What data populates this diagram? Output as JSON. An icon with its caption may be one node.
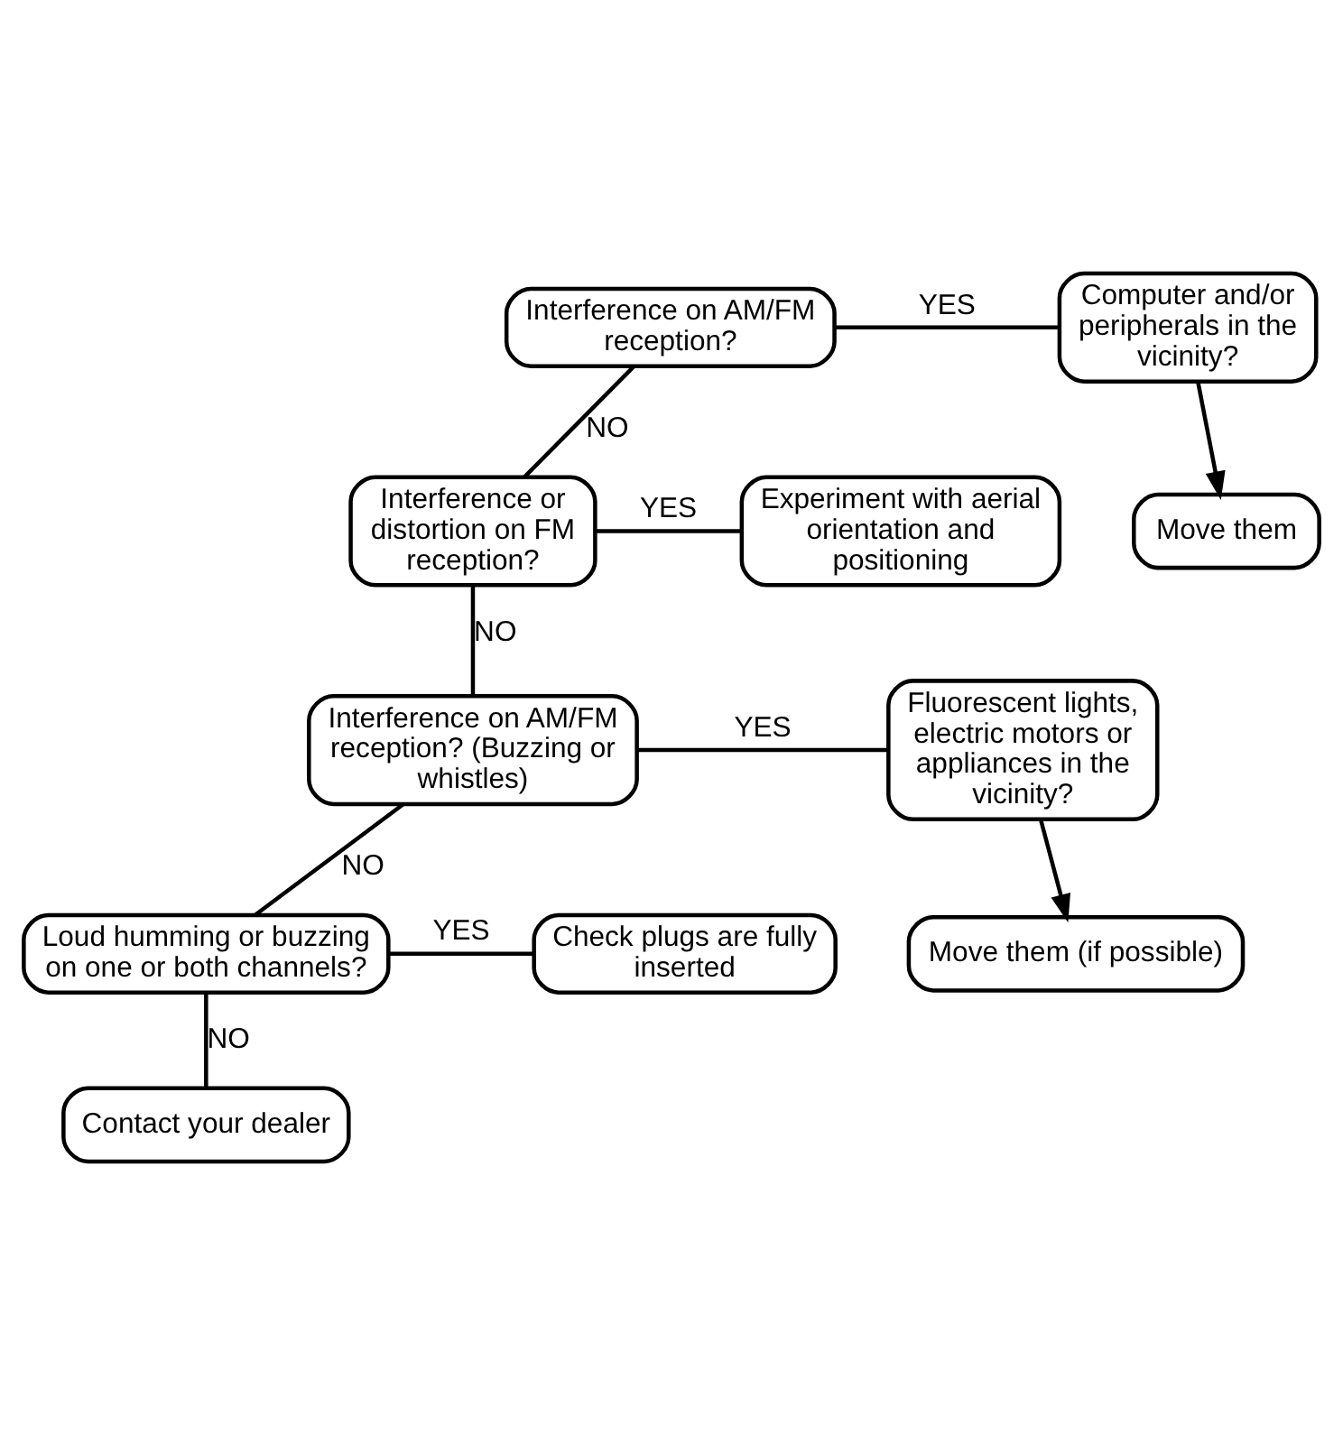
{
  "diagram": {
    "nodes": [
      {
        "text": [
          "Interference on AM/FM reception?"
        ]
      },
      {
        "text": [
          "Computer and/or peripherals in the vicinity?"
        ]
      },
      {
        "text": [
          "Move them"
        ]
      },
      {
        "text": [
          "Interference or distortion on FM reception?"
        ]
      },
      {
        "text": [
          "Experiment with aerial orientation and positioning"
        ]
      },
      {
        "text": [
          "Interference on AM/FM reception? (Buzzing or whistles)"
        ]
      },
      {
        "text": [
          "Fluorescent lights, electric motors or appliances in the vicinity?"
        ]
      },
      {
        "text": [
          "Move them (if possible)"
        ]
      },
      {
        "text": [
          "Loud humming or buzzing on one or both channels?"
        ]
      },
      {
        "text": [
          "Check plugs are fully inserted"
        ]
      },
      {
        "text": [
          "Contact your dealer"
        ]
      }
    ],
    "edges": [
      {
        "from": 0,
        "to": 1,
        "arrow": "none",
        "label": "YES"
      },
      {
        "from": 0,
        "to": 3,
        "arrow": "none",
        "label": "NO"
      },
      {
        "from": 1,
        "to": 2,
        "arrow": "to"
      },
      {
        "from": 3,
        "to": 4,
        "arrow": "none",
        "label": "YES"
      },
      {
        "from": 3,
        "to": 5,
        "arrow": "none",
        "label": "NO"
      },
      {
        "from": 5,
        "to": 6,
        "arrow": "none",
        "label": "YES"
      },
      {
        "from": 5,
        "to": 8,
        "arrow": "none",
        "label": "NO"
      },
      {
        "from": 6,
        "to": 7,
        "arrow": "to"
      },
      {
        "from": 8,
        "to": 9,
        "arrow": "none",
        "label": "YES"
      },
      {
        "from": 8,
        "to": 10,
        "arrow": "none",
        "label": "NO"
      }
    ]
  }
}
